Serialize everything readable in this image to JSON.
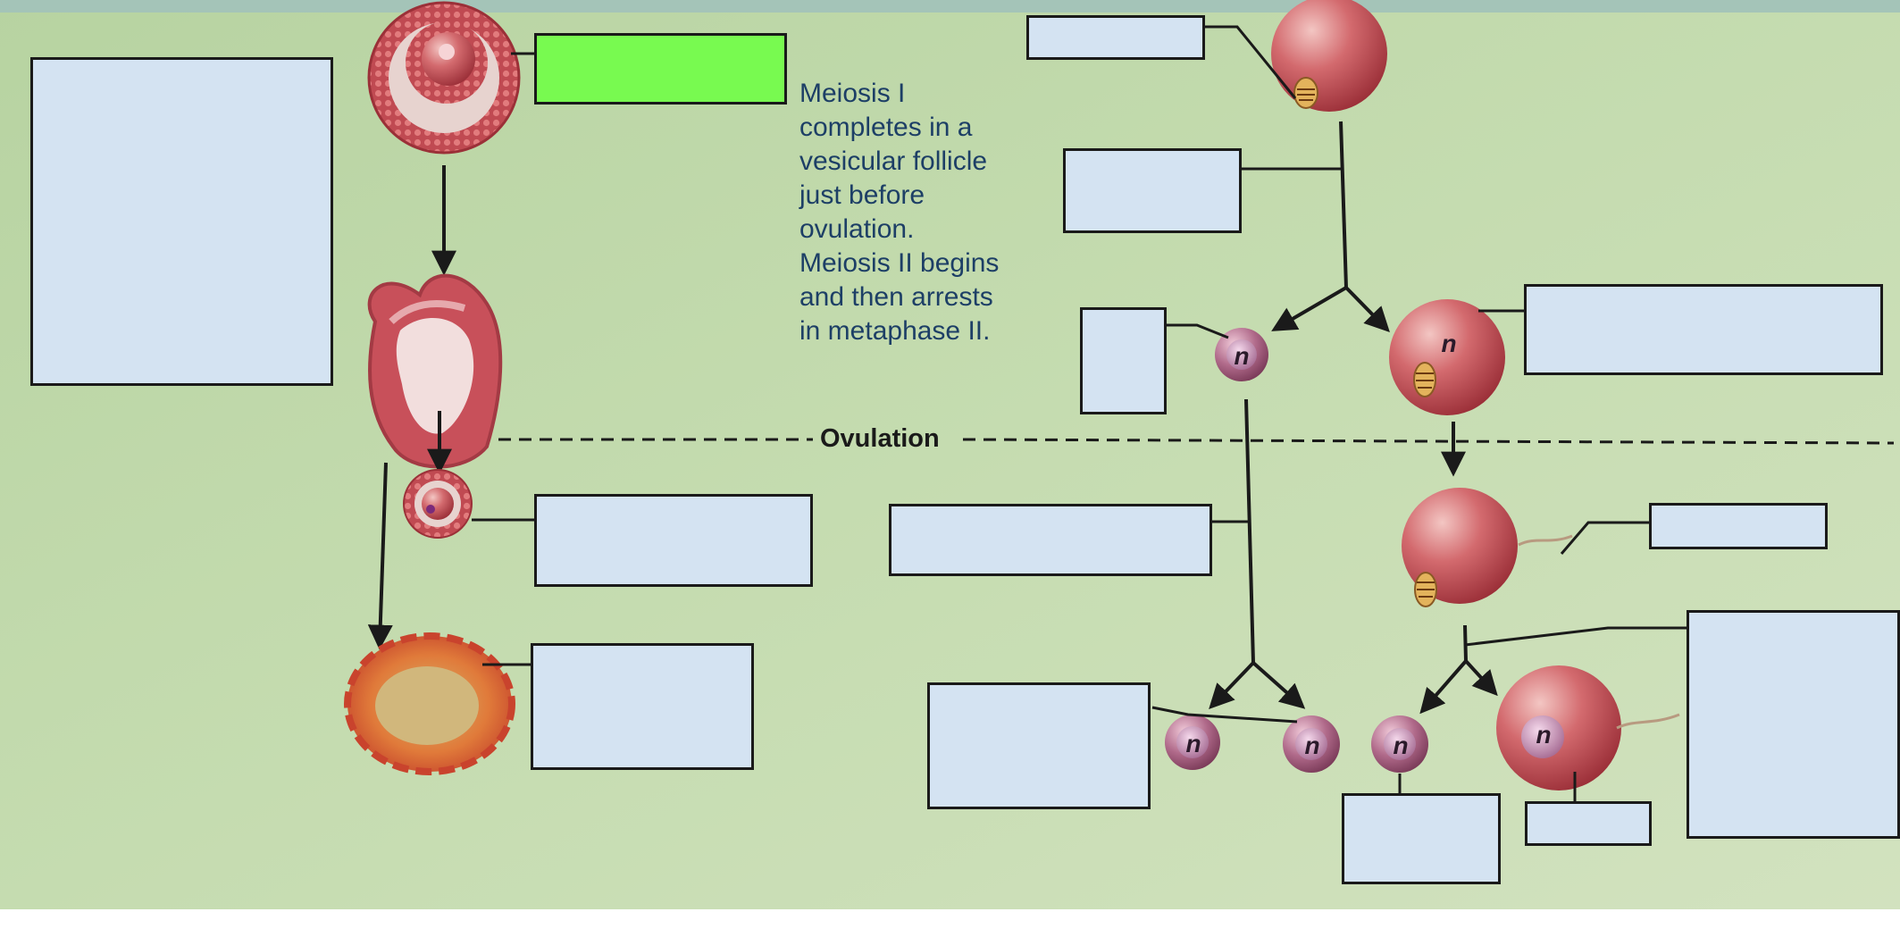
{
  "note_text": "Meiosis I\ncompletes in a\nvesicular follicle\njust before\novulation.\nMeiosis II begins\nand then arrests\nin metaphase II.",
  "ovulation_label": "Ovulation",
  "cell_label": "n",
  "colors": {
    "paper": "#bcd5a5",
    "label_box": "#d4e3f2",
    "highlight_box": "#78fa50",
    "note_text": "#1d3f66",
    "cell": "#c9545a",
    "polar_body": "#b06a8a"
  },
  "label_boxes": [
    {
      "id": "left-large-box",
      "fill": "label"
    },
    {
      "id": "follicle-highlight-box",
      "fill": "highlight"
    },
    {
      "id": "top-oocyte-box",
      "fill": "label"
    },
    {
      "id": "meiosis-i-box",
      "fill": "label"
    },
    {
      "id": "first-polar-body-box",
      "fill": "label"
    },
    {
      "id": "secondary-oocyte-box",
      "fill": "label"
    },
    {
      "id": "ovulated-oocyte-box",
      "fill": "label"
    },
    {
      "id": "corpus-luteum-box",
      "fill": "label"
    },
    {
      "id": "polar-body-division-box",
      "fill": "label"
    },
    {
      "id": "sperm-box",
      "fill": "label"
    },
    {
      "id": "meiosis-ii-box",
      "fill": "label"
    },
    {
      "id": "polar-bodies-box",
      "fill": "label"
    },
    {
      "id": "second-polar-body-box",
      "fill": "label"
    },
    {
      "id": "ovum-box",
      "fill": "label"
    }
  ]
}
